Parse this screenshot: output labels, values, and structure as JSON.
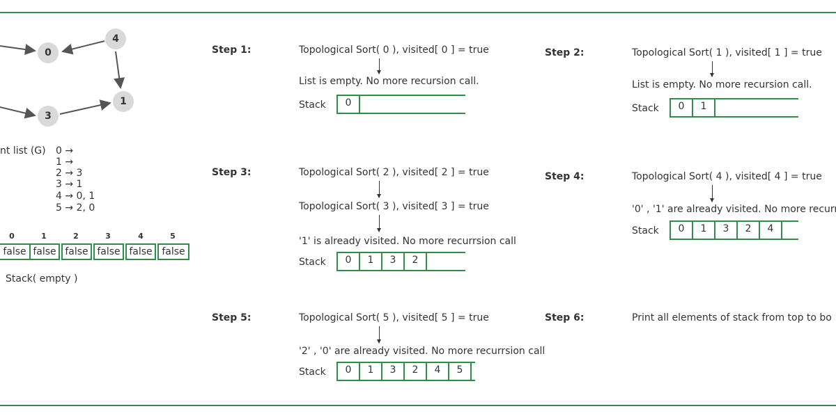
{
  "colors": {
    "accent": "#2f8d46",
    "node_fill": "#d9d9d9",
    "text": "#333333"
  },
  "graph": {
    "nodes": [
      "0",
      "4",
      "1",
      "3"
    ]
  },
  "adjacency": {
    "label": "nt list  (G)",
    "rows": [
      "0 →",
      "1 →",
      "2 → 3",
      "3 → 1",
      "4 → 0, 1",
      "5 → 2, 0"
    ]
  },
  "visited": {
    "indices": [
      "0",
      "1",
      "2",
      "3",
      "4",
      "5"
    ],
    "values": [
      "false",
      "false",
      "false",
      "false",
      "false",
      "false"
    ],
    "stack_label": "Stack( empty )"
  },
  "steps": [
    {
      "label": "Step 1:",
      "lines": [
        "Topological Sort( 0 ), visited[ 0 ] = true",
        "List is empty. No more recursion call."
      ],
      "stack_label": "Stack",
      "stack": [
        "0"
      ]
    },
    {
      "label": "Step 2:",
      "lines": [
        "Topological Sort( 1 ), visited[ 1 ] = true",
        "List is empty. No more recursion call."
      ],
      "stack_label": "Stack",
      "stack": [
        "0",
        "1"
      ]
    },
    {
      "label": "Step 3:",
      "lines": [
        "Topological Sort( 2 ), visited[ 2 ] = true",
        "Topological Sort( 3 ), visited[ 3 ] = true",
        "'1' is already visited. No more recurrsion call"
      ],
      "stack_label": "Stack",
      "stack": [
        "0",
        "1",
        "3",
        "2"
      ]
    },
    {
      "label": "Step 4:",
      "lines": [
        "Topological Sort( 4 ), visited[ 4 ] = true",
        "'0' , '1' are already visited. No more recurr"
      ],
      "stack_label": "Stack",
      "stack": [
        "0",
        "1",
        "3",
        "2",
        "4"
      ]
    },
    {
      "label": "Step 5:",
      "lines": [
        "Topological Sort( 5 ), visited[ 5 ] = true",
        "'2' , '0' are already visited. No more recurrsion call"
      ],
      "stack_label": "Stack",
      "stack": [
        "0",
        "1",
        "3",
        "2",
        "4",
        "5"
      ]
    },
    {
      "label": "Step 6:",
      "lines": [
        "Print all elements of stack from top to bo"
      ]
    }
  ]
}
